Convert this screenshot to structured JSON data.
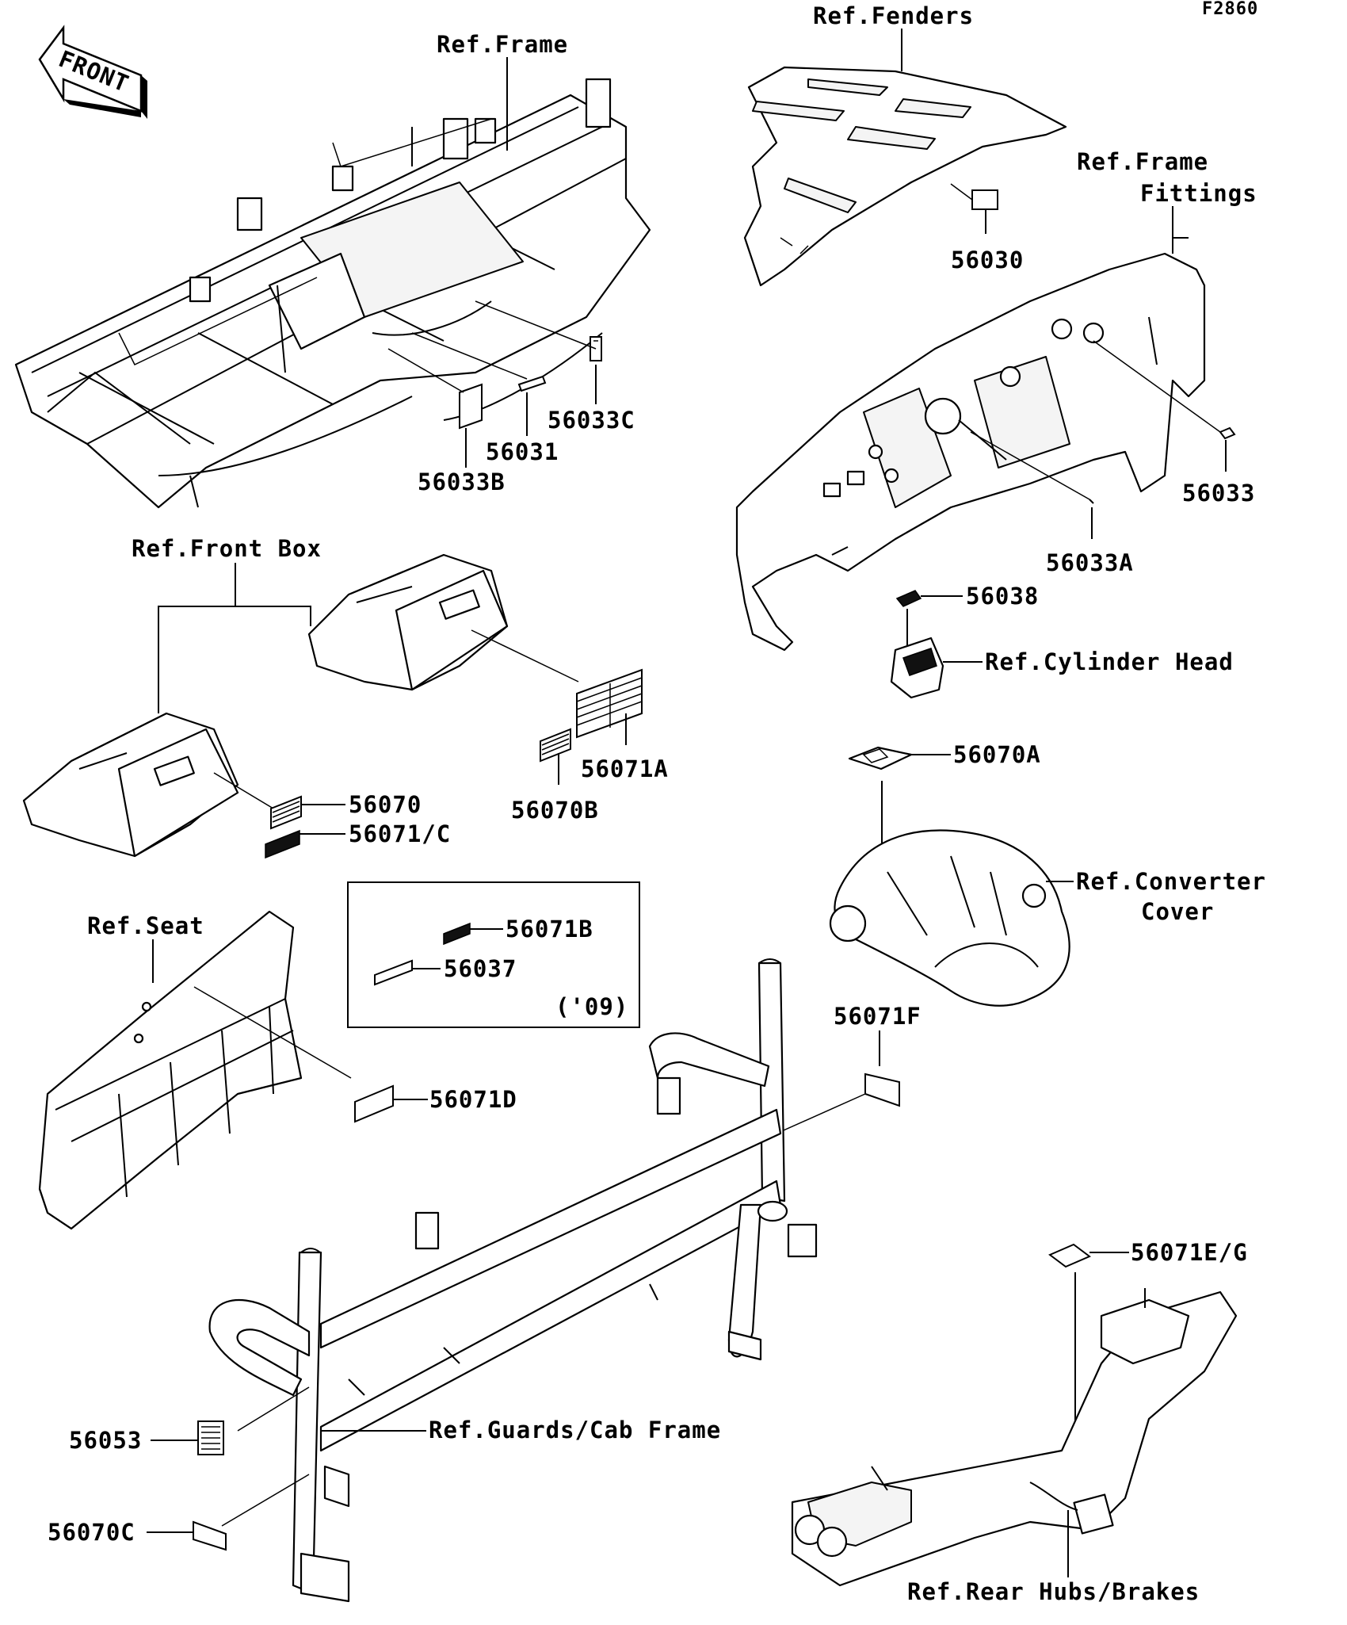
{
  "figure_id": "F2860",
  "front_label": "FRONT",
  "references": {
    "fenders": "Ref.Fenders",
    "frame": "Ref.Frame",
    "frame_fittings_1": "Ref.Frame",
    "frame_fittings_2": "Fittings",
    "front_box": "Ref.Front Box",
    "cylinder_head": "Ref.Cylinder Head",
    "converter_cover_1": "Ref.Converter",
    "converter_cover_2": "Cover",
    "seat": "Ref.Seat",
    "guards_cab_frame": "Ref.Guards/Cab Frame",
    "rear_hubs_brakes": "Ref.Rear Hubs/Brakes"
  },
  "parts": {
    "p56030": "56030",
    "p56033c": "56033C",
    "p56031": "56031",
    "p56033b": "56033B",
    "p56033": "56033",
    "p56033a": "56033A",
    "p56038": "56038",
    "p56070a": "56070A",
    "p56071a": "56071A",
    "p56070b": "56070B",
    "p56070": "56070",
    "p56071c": "56071/C",
    "p56071b": "56071B",
    "p56037": "56037",
    "p56071f": "56071F",
    "p56071d": "56071D",
    "p56071eg": "56071E/G",
    "p56053": "56053",
    "p56070c": "56070C"
  },
  "inset_year": "('09)"
}
